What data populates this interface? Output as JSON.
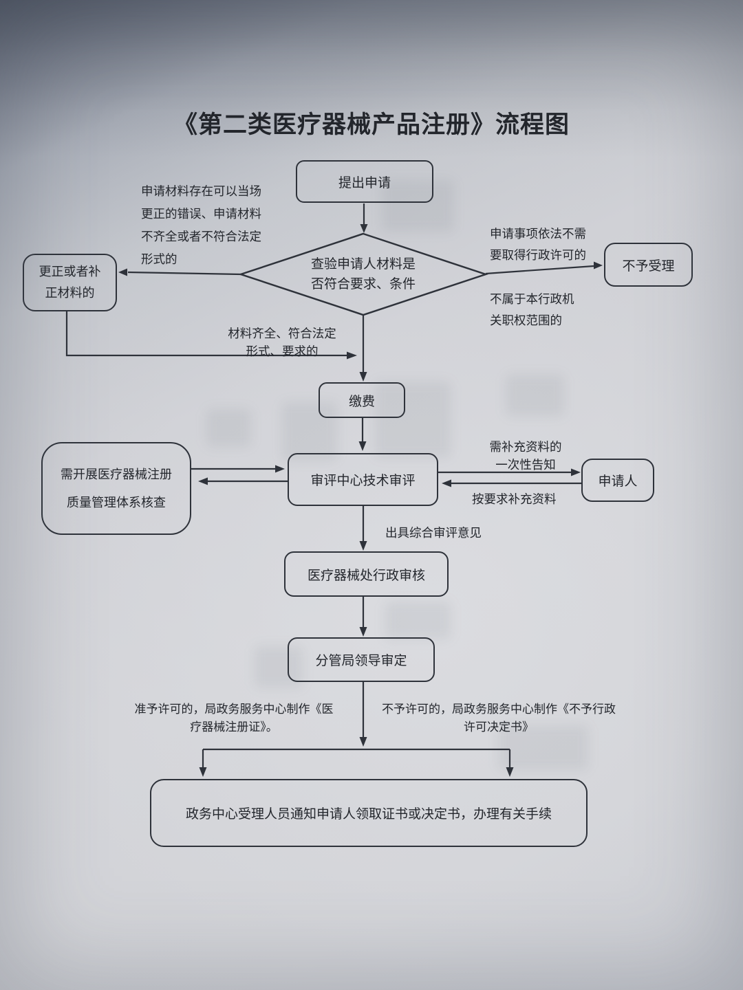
{
  "page": {
    "title": "《第二类医疗器械产品注册》流程图"
  },
  "nodes": {
    "start": "提出申请",
    "decision": "查验申请人材料是\n否符合要求、条件",
    "correct": "更正或者补\n正材料的",
    "reject": "不予受理",
    "pay": "缴费",
    "system_check": "需开展医疗器械注册\n质量管理体系核查",
    "tech_review": "审评中心技术审评",
    "applicant": "申请人",
    "admin_review": "医疗器械处行政审核",
    "leader_review": "分管局领导审定",
    "final_notice": "政务中心受理人员通知申请人领取证书或决定书，办理有关手续"
  },
  "labels": {
    "left_condition": "申请材料存在可以当场\n更正的错误、申请材料\n不齐全或者不符合法定\n形式的",
    "right_condition_law": "申请事项依法不需\n要取得行政许可的",
    "right_condition_scope": "不属于本行政机\n关职权范围的",
    "pass_condition": "材料齐全、符合法定\n形式、要求的",
    "supplement_notice": "需补充资料的\n一次性告知",
    "supplement_reply": "按要求补充资料",
    "review_opinion": "出具综合审评意见",
    "grant_branch": "准予许可的，局政务服务中心制作《医\n疗器械注册证》。",
    "deny_branch": "不予许可的，局政务服务中心制作《不予行政\n许可决定书》"
  },
  "colors": {
    "ink": "#23262c",
    "line": "#2e323a",
    "paper": "#d3d4d8"
  }
}
